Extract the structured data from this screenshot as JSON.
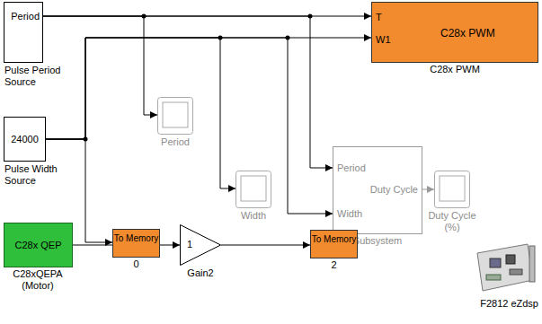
{
  "diagram": {
    "nodes": [
      {
        "text": [
          "Period",
          "Pulse Period Source"
        ]
      },
      {
        "text": [
          "24000",
          "Pulse Width Source"
        ]
      },
      {
        "text": [
          "Period"
        ]
      },
      {
        "text": [
          "Width"
        ]
      },
      {
        "text": [
          "Period",
          "Duty Cycle",
          "Width",
          "Subsystem"
        ]
      },
      {
        "text": [
          "Duty Cycle (%)"
        ]
      },
      {
        "text": [
          "T",
          "W1",
          "C28x PWM",
          "C28x PWM"
        ]
      },
      {
        "text": [
          "To Memory",
          "0"
        ]
      },
      {
        "text": [
          "C28x QEP",
          "C28xQEPA (Motor)"
        ]
      },
      {
        "text": [
          "1",
          "Gain2"
        ]
      },
      {
        "text": [
          "To Memory",
          "2"
        ]
      },
      {
        "text": [
          "F2812 eZdsp"
        ]
      }
    ],
    "edges": [
      {
        "from": 0,
        "to": 6,
        "arrow": "to"
      },
      {
        "from": 0,
        "to": 2,
        "arrow": "to"
      },
      {
        "from": 0,
        "to": 4,
        "arrow": "to"
      },
      {
        "from": 1,
        "to": 6,
        "arrow": "to"
      },
      {
        "from": 1,
        "to": 3,
        "arrow": "to"
      },
      {
        "from": 1,
        "to": 4,
        "arrow": "to"
      },
      {
        "from": 1,
        "to": 7,
        "arrow": "to"
      },
      {
        "from": 4,
        "to": 5,
        "arrow": "to"
      },
      {
        "from": 8,
        "to": 9,
        "arrow": "to"
      },
      {
        "from": 9,
        "to": 10,
        "arrow": "to"
      }
    ]
  }
}
